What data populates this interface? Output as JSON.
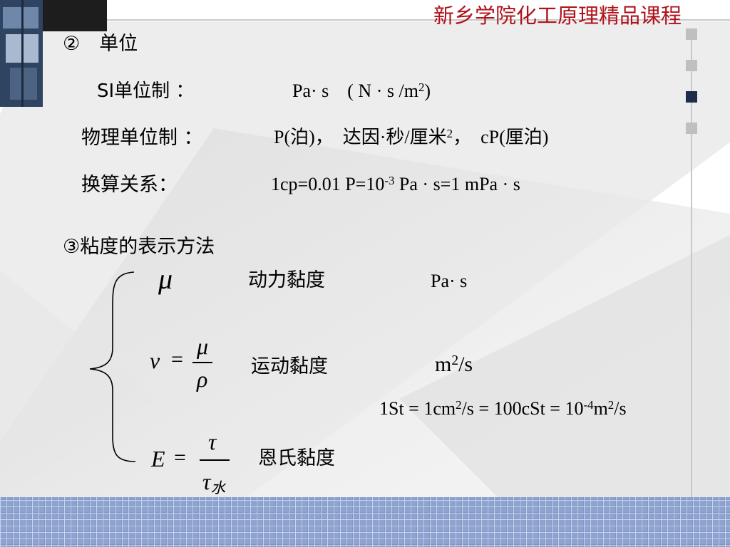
{
  "header": {
    "title": "新乡学院化工原理精品课程"
  },
  "colors": {
    "title": "#b0121b",
    "grid_blue": "#7f96c4",
    "grid_line": "#c9d4ea"
  },
  "section2": {
    "heading": "②　单位",
    "si_label": "SI单位制 ：",
    "si_value_a": "Pa· s　( N · s /m",
    "si_value_sup": "2",
    "si_value_b": ")",
    "phys_label": "物理单位制 ：",
    "phys_a": "P(泊)，　达因·秒/厘米",
    "phys_sup": "2",
    "phys_b": "，　cP(厘泊)",
    "conv_label": "换算关系：",
    "conv_a": "1cp=0.01 P=10",
    "conv_sup": "-3",
    "conv_b": " Pa · s=1 mPa · s"
  },
  "section3": {
    "heading": "③粘度的表示方法",
    "dynamic": {
      "symbol": "μ",
      "name": "动力黏度",
      "unit": "Pa· s"
    },
    "kinematic": {
      "lhs": "ν",
      "eq": "=",
      "num": "μ",
      "den": "ρ",
      "name": "运动黏度",
      "unit_a": "m",
      "unit_sup": "2",
      "unit_b": "/s",
      "conv_a": "1St = 1cm",
      "conv_sup1": "2",
      "conv_b": "/s = 100cSt  = 10",
      "conv_sup2": "-4",
      "conv_c": "m",
      "conv_sup3": "2",
      "conv_d": "/s"
    },
    "engler": {
      "lhs": "E",
      "eq": "=",
      "num": "τ",
      "den": "τ",
      "den_sub": "水",
      "name": "恩氏黏度"
    }
  }
}
